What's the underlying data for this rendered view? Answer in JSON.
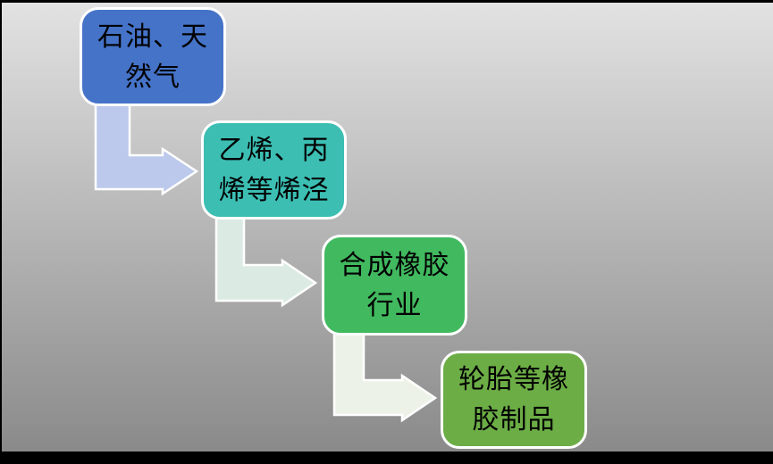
{
  "background": {
    "frame_color": "#000000",
    "gradient_top": "#E2E2E2",
    "gradient_bottom": "#8A8A8A"
  },
  "diagram": {
    "type": "staircase-process-flow",
    "node_border_color": "#FFFFFF",
    "arrow_outline_color": "#FFFFFF",
    "text_color": "#000000",
    "nodes": [
      {
        "name": "petroleum-natural-gas",
        "label": "石油、天然气",
        "lines": [
          "石油、天",
          "然气"
        ],
        "fill": "#4573C8"
      },
      {
        "name": "olefins",
        "label": "乙烯、丙烯等烯泾",
        "lines": [
          "乙烯、丙",
          "烯等烯泾"
        ],
        "fill": "#3CBEB3"
      },
      {
        "name": "synthetic-rubber",
        "label": "合成橡胶行业",
        "lines": [
          "合成橡胶",
          "行业"
        ],
        "fill": "#41B95F"
      },
      {
        "name": "rubber-products",
        "label": "轮胎等橡胶制品",
        "lines": [
          "轮胎等橡",
          "胶制品"
        ],
        "fill": "#6CAD46"
      }
    ],
    "arrows": [
      {
        "from": "petroleum-natural-gas",
        "to": "olefins",
        "fill": "#BCC9EC"
      },
      {
        "from": "olefins",
        "to": "synthetic-rubber",
        "fill": "#DCEAE4"
      },
      {
        "from": "synthetic-rubber",
        "to": "rubber-products",
        "fill": "#EDF2E9"
      }
    ]
  }
}
